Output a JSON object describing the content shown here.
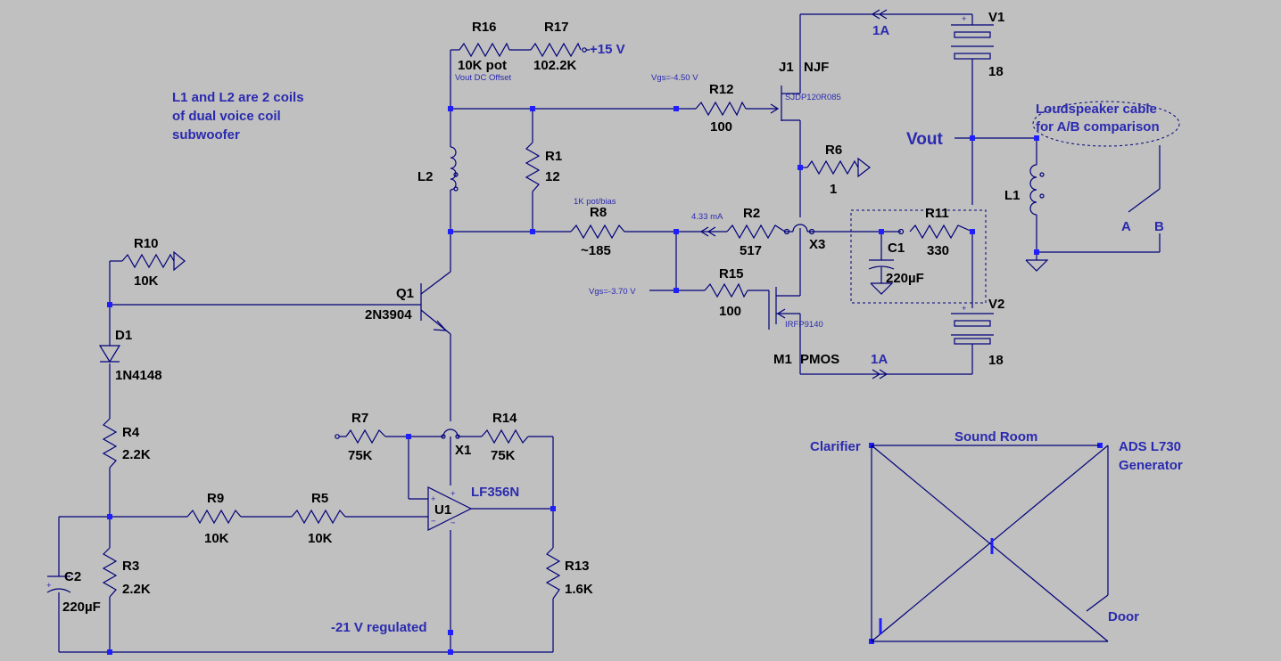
{
  "labels": {
    "R16": "R16",
    "R16v": "10K pot",
    "R16n": "Vout DC Offset",
    "R17": "R17",
    "R17v": "102.2K",
    "p15": "+15 V",
    "R12": "R12",
    "R12v": "100",
    "vgs1": "Vgs=-4.50 V",
    "J1": "J1",
    "J1t": "NJF",
    "J1p": "SJDP120R085",
    "V1": "V1",
    "V1v": "18",
    "I1": "1A",
    "note1": "L1 and L2 are 2 coils",
    "note2": "of dual voice coil",
    "note3": "subwoofer",
    "Vout": "Vout",
    "ls1": "Loudspeaker cable",
    "ls2": "for A/B comparison",
    "L2": "L2",
    "R1": "R1",
    "R1v": "12",
    "R6": "R6",
    "R6v": "1",
    "L1": "L1",
    "R8": "R8",
    "R8v": "~185",
    "R8n": "1K pot/bias",
    "R2": "R2",
    "R2v": "517",
    "cur": "4.33 mA",
    "X3": "X3",
    "R11": "R11",
    "R11v": "330",
    "C1": "C1",
    "C1v": "220µF",
    "A": "A",
    "B": "B",
    "R10": "R10",
    "R10v": "10K",
    "Q1": "Q1",
    "Q1p": "2N3904",
    "R15": "R15",
    "R15v": "100",
    "vgs2": "Vgs=-3.70 V",
    "M1p": "IRFP9140",
    "M1": "M1",
    "M1t": "PMOS",
    "I2": "1A",
    "V2": "V2",
    "V2v": "18",
    "D1": "D1",
    "D1p": "1N4148",
    "R4": "R4",
    "R4v": "2.2K",
    "R7": "R7",
    "R7v": "75K",
    "X1": "X1",
    "R14": "R14",
    "R14v": "75K",
    "U1": "U1",
    "U1p": "LF356N",
    "R9": "R9",
    "R9v": "10K",
    "R5": "R5",
    "R5v": "10K",
    "R3": "R3",
    "R3v": "2.2K",
    "C2": "C2",
    "C2v": "220µF",
    "R13": "R13",
    "R13v": "1.6K",
    "m21": "-21 V regulated",
    "clar": "Clarifier",
    "room": "Sound Room",
    "gen1": "ADS L730",
    "gen2": "Generator",
    "door": "Door"
  },
  "colors": {
    "background": "#c0c0c0",
    "wire": "#00007a",
    "annotation": "#2a2ab0",
    "junction": "#2020ff"
  }
}
